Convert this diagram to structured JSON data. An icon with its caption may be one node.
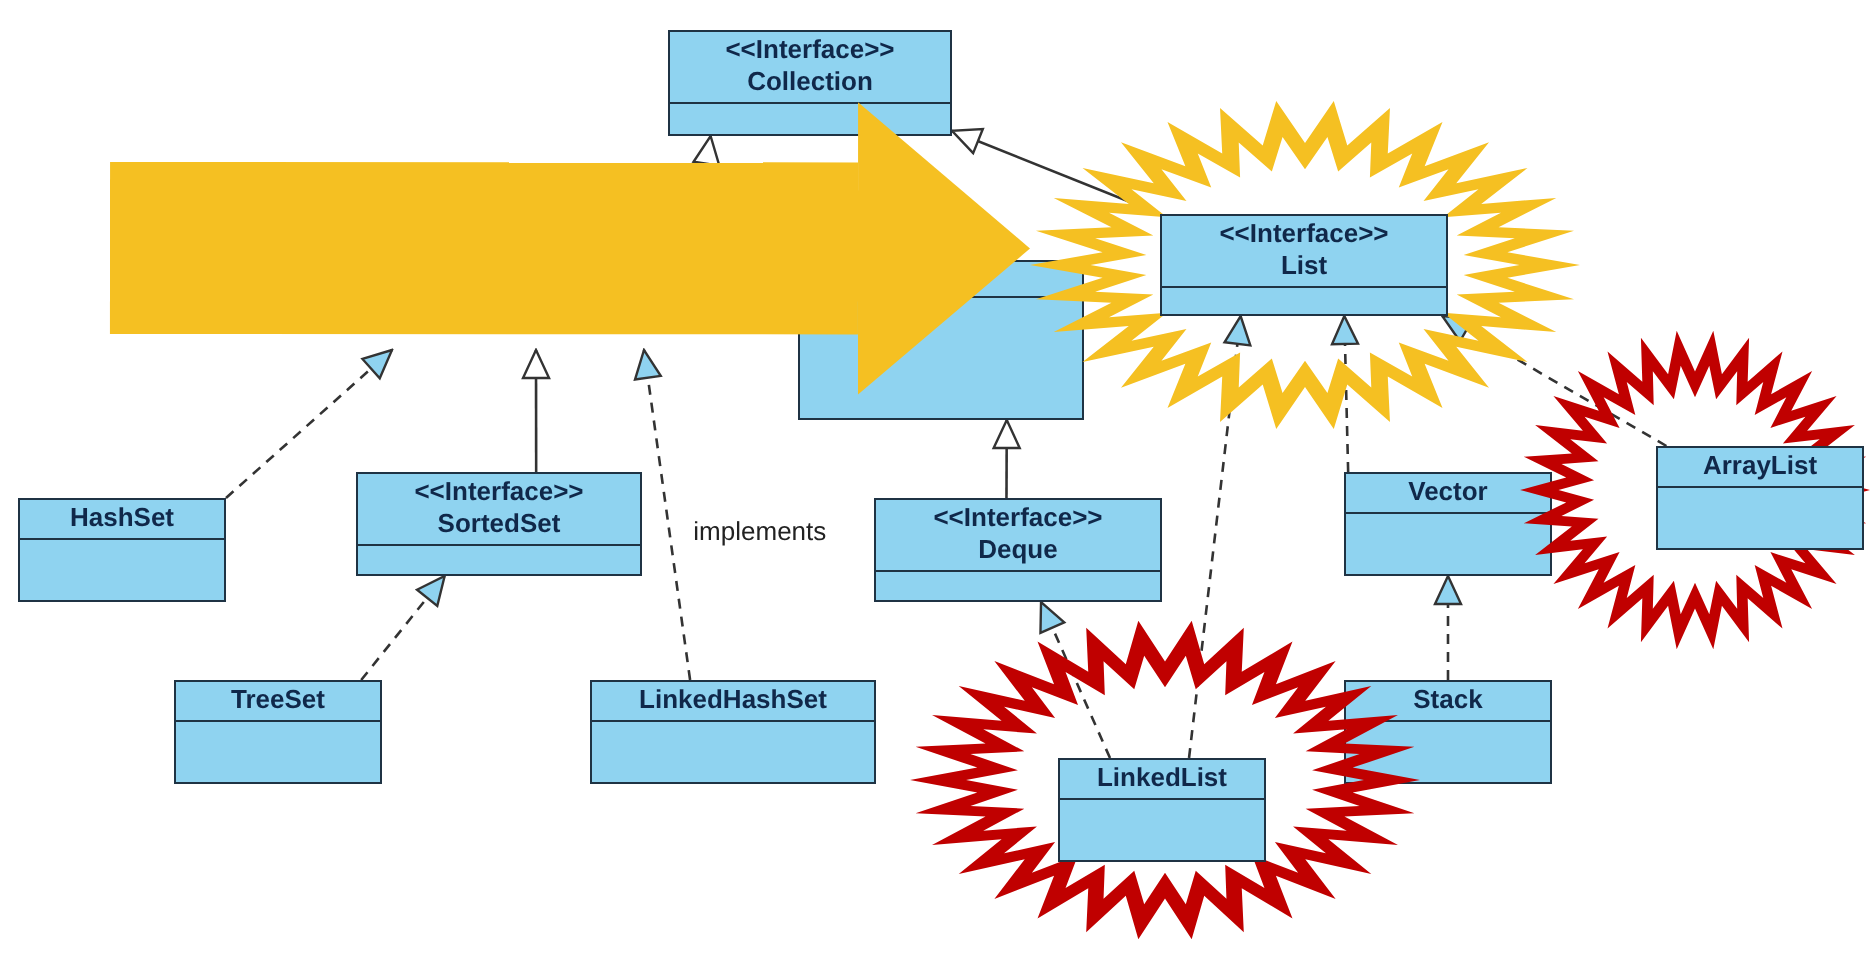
{
  "diagram": {
    "nodes": [
      {
        "text": [
          "<<Interface>>",
          "Collection"
        ]
      },
      {
        "text": [],
        "shape": "box"
      },
      {
        "text": [],
        "shape": "starburst"
      },
      {
        "text": [
          "<<Interface>>",
          "List"
        ],
        "in": 2
      },
      {
        "text": [
          "HashSet"
        ]
      },
      {
        "text": [
          "<<Interface>>",
          "SortedSet"
        ]
      },
      {
        "text": [
          "LinkedHashSet"
        ]
      },
      {
        "text": [
          "<<Interface>>",
          "Deque"
        ]
      },
      {
        "text": [
          "Vector"
        ]
      },
      {
        "text": [],
        "shape": "starburst"
      },
      {
        "text": [
          "ArrayList"
        ],
        "in": 9
      },
      {
        "text": [
          "TreeSet"
        ]
      },
      {
        "text": [
          "Stack"
        ]
      },
      {
        "text": [],
        "shape": "starburst"
      },
      {
        "text": [
          "LinkedList"
        ],
        "in": 13
      }
    ],
    "edges": [
      {
        "from": null,
        "to": 0,
        "arrow": "to"
      },
      {
        "from": 3,
        "to": 0,
        "arrow": "to"
      },
      {
        "from": 4,
        "to": null,
        "arrow": "to",
        "style": "dashed"
      },
      {
        "from": 5,
        "to": null,
        "arrow": "to"
      },
      {
        "from": 6,
        "to": null,
        "arrow": "to",
        "style": "dashed",
        "label": "implements"
      },
      {
        "from": 7,
        "to": 1,
        "arrow": "to"
      },
      {
        "from": 11,
        "to": 5,
        "arrow": "to",
        "style": "dashed"
      },
      {
        "from": 14,
        "to": 7,
        "arrow": "to",
        "style": "dashed"
      },
      {
        "from": 14,
        "to": 3,
        "arrow": "to",
        "style": "dashed"
      },
      {
        "from": 8,
        "to": 3,
        "arrow": "to",
        "style": "dashed"
      },
      {
        "from": 10,
        "to": 3,
        "arrow": "to",
        "style": "dashed"
      },
      {
        "from": 12,
        "to": 8,
        "arrow": "to",
        "style": "dashed"
      },
      {
        "from": null,
        "to": 2,
        "arrow": "to",
        "style": "thick",
        "color": "#f5c022"
      }
    ]
  }
}
